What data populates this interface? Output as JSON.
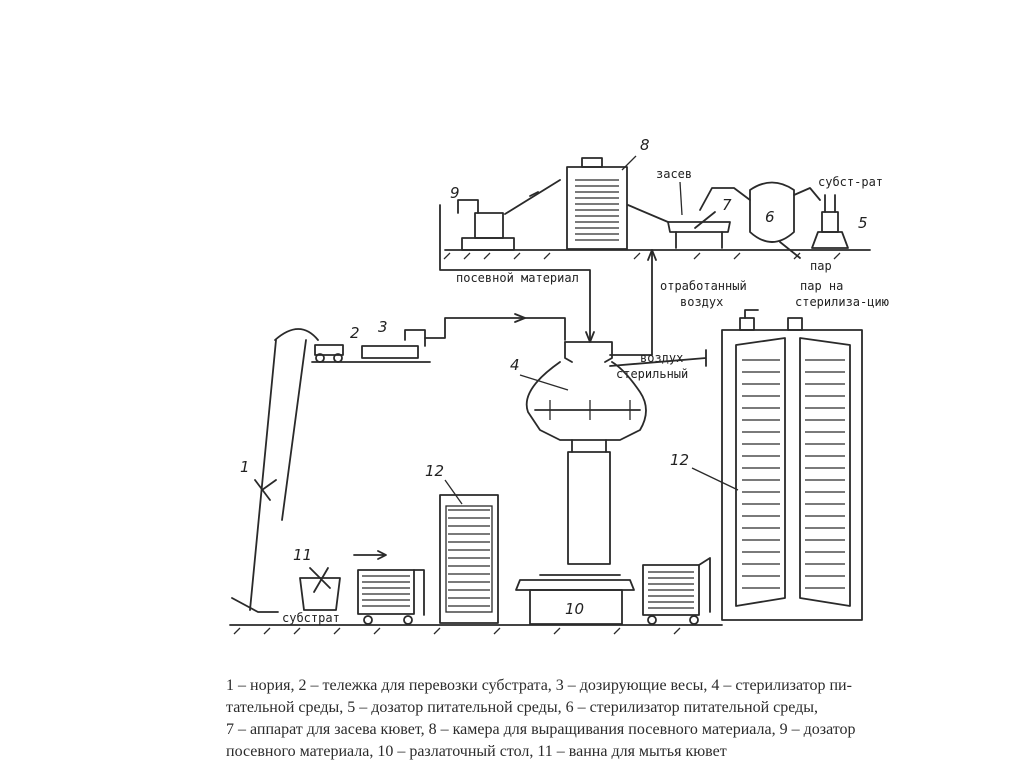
{
  "labels": {
    "zasev": "засев",
    "substrat_top": "субст-рат",
    "par": "пар",
    "posevnoy": "посевной материал",
    "otrabotanny": "отработанный",
    "vozdukh": "воздух",
    "par_na": "пар на",
    "sterilizaciyu": "стерилиза-цию",
    "vozdukh_steril": "воздух стерильный",
    "substrat_bottom": "субстрат"
  },
  "numbers": {
    "n1": "1",
    "n2": "2",
    "n3": "3",
    "n4": "4",
    "n5": "5",
    "n6": "6",
    "n7": "7",
    "n8": "8",
    "n9": "9",
    "n10": "10",
    "n11": "11",
    "n12a": "12",
    "n12b": "12"
  },
  "caption": [
    "1 – нория, 2 – тележка для перевозки субстрата, 3 – дозирующие весы, 4 – стерилизатор пи-",
    "тательной среды, 5 – дозатор питательной среды, 6 – стерилизатор питательной среды,",
    "7 – аппарат для засева кювет, 8 – камера для выращивания посевного материала, 9 – дозатор",
    "посевного материала, 10 – разлаточный стол, 11 – ванна для мытья кювет"
  ]
}
